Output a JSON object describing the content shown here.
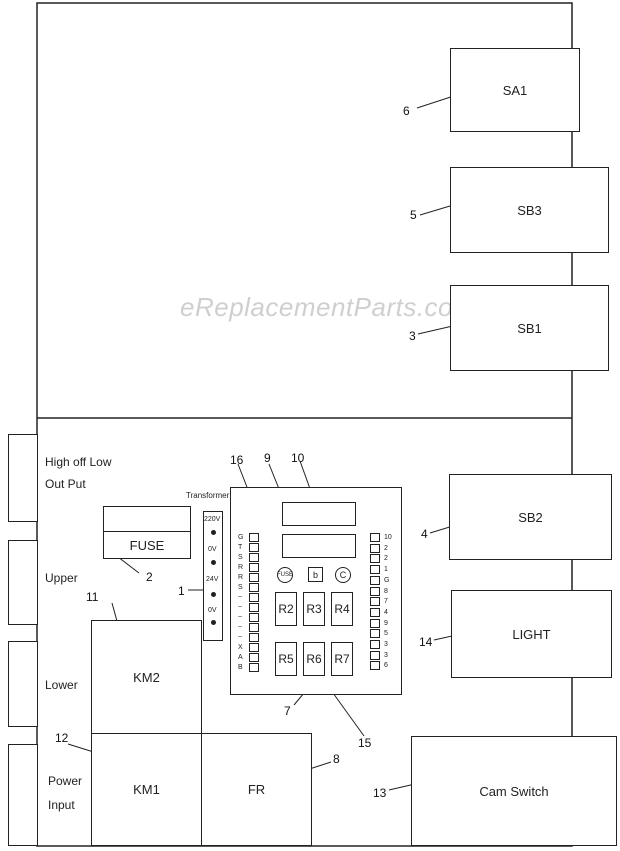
{
  "watermark": "eReplacementParts.com",
  "components": {
    "sa1": "SA1",
    "sb3": "SB3",
    "sb1": "SB1",
    "sb2": "SB2",
    "light": "LIGHT",
    "cam_switch": "Cam Switch",
    "fuse": "FUSE",
    "km2": "KM2",
    "km1": "KM1",
    "fr": "FR",
    "transformer": "Transformer"
  },
  "side_labels": {
    "high_off_low_1": "High off Low",
    "high_off_low_2": "Out Put",
    "upper": "Upper",
    "lower": "Lower",
    "power_input_1": "Power",
    "power_input_2": "Input"
  },
  "transformer_taps": [
    "220V",
    "0V",
    "24V",
    "0V"
  ],
  "relays_top": [
    "R2",
    "R3",
    "R4"
  ],
  "relays_bottom": [
    "R5",
    "R6",
    "R7"
  ],
  "board_parts": {
    "fuse_small": "FUSE",
    "b": "b",
    "c": "C"
  },
  "left_terminal_labels": [
    "G",
    "T",
    "S",
    "R",
    "R",
    "S",
    "~",
    "~",
    "~",
    "~",
    "~",
    "X",
    "A",
    "B"
  ],
  "right_terminal_labels": [
    "10",
    "2",
    "2",
    "1",
    "G",
    "8",
    "7",
    "4",
    "9",
    "5",
    "3",
    "3",
    "6"
  ],
  "callouts": [
    "1",
    "2",
    "3",
    "4",
    "5",
    "6",
    "7",
    "8",
    "9",
    "10",
    "11",
    "12",
    "13",
    "14",
    "15",
    "16"
  ]
}
